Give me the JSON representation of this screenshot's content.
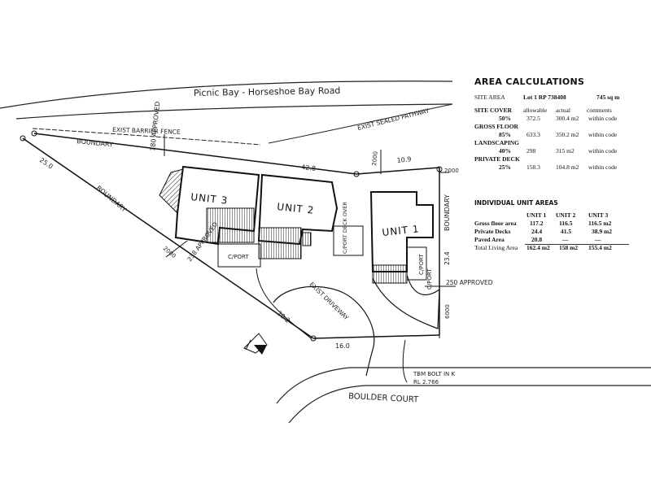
{
  "site_plan": {
    "road_top": "Picnic Bay - Horseshoe Bay Road",
    "fence": "EXIST BARRIER FENCE",
    "pathway": "EXIST SEALED PATHWAY",
    "boundary_top": "BOUNDARY",
    "boundary_left": "BOUNDARY",
    "boundary_right": "BOUNDARY",
    "setback_top": "180 APPROVED",
    "setback_left": "238 APPROVED",
    "setback_right": "250 APPROVED",
    "dim_25": "25.0",
    "dim_42": "42.8",
    "dim_10": "10.9",
    "dim_2000a": "2000",
    "dim_2000b": "2000",
    "dim_2000c": "2000",
    "dim_234": "23.4",
    "dim_202": "20.2",
    "dim_160": "16.0",
    "dim_6000": "6000",
    "unit3": "UNIT 3",
    "unit2": "UNIT 2",
    "unit1": "UNIT 1",
    "cport3": "C/PORT",
    "cport_mid": "C/PORT DECK OVER",
    "cport1": "C/PORT",
    "cport1b": "C/PORT",
    "driveway": "EXIST DRIVEWAY",
    "tbm1": "TBM BOLT IN K",
    "tbm2": "RL 2.766",
    "road_bottom": "BOULDER COURT"
  },
  "area_calc": {
    "title": "AREA CALCULATIONS",
    "site_area_label": "SITE AREA",
    "site_area_lot": "Lot 1  RP 738408",
    "site_area_value": "745 sq m",
    "site_cover_label": "SITE COVER",
    "h_allowable": "allowable",
    "h_actual": "actual",
    "h_comments": "comments",
    "sc_pct": "50%",
    "sc_allow": "372.5",
    "sc_actual": "300.4 m2",
    "sc_comment": "within code",
    "gross_floor_label": "GROSS FLOOR",
    "gf_pct": "85%",
    "gf_allow": "633.3",
    "gf_actual": "350.2 m2",
    "gf_comment": "within code",
    "landscaping_label": "LANDSCAPING",
    "ls_pct": "40%",
    "ls_allow": "298",
    "ls_actual": "315  m2",
    "ls_comment": "within code",
    "private_deck_label": "PRIVATE DECK",
    "pd_pct": "25%",
    "pd_allow": "158.3",
    "pd_actual": "104.8 m2",
    "pd_comment": "within code"
  },
  "unit_areas": {
    "title": "INDIVIDUAL UNIT AREAS",
    "headers": [
      "UNIT 1",
      "UNIT 2",
      "UNIT 3"
    ],
    "rows": [
      {
        "label": "Gross floor area",
        "values": [
          "117.2",
          "116.5",
          "116.5 m2"
        ]
      },
      {
        "label": "Private Decks",
        "values": [
          "24.4",
          "41.5",
          "38.9 m2"
        ]
      },
      {
        "label": "Paved Area",
        "values": [
          "20.8",
          "—",
          "—"
        ]
      },
      {
        "label": "Total Living Area",
        "values": [
          "162.4 m2",
          "158 m2",
          "155.4 m2"
        ]
      }
    ]
  }
}
